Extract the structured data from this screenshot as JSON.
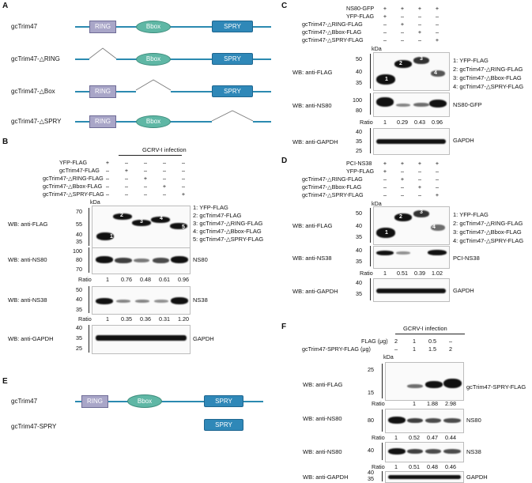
{
  "panels": {
    "A": "A",
    "B": "B",
    "C": "C",
    "D": "D",
    "E": "E",
    "F": "F"
  },
  "domains": {
    "ring": "RING",
    "bbox": "Bbox",
    "spry": "SPRY",
    "box_short": "RING"
  },
  "panelA": {
    "constructs": [
      "gcTrim47",
      "gcTrim47-△RING",
      "gcTrim47-△Box",
      "gcTrim47-△SPRY"
    ]
  },
  "panelE": {
    "constructs": [
      "gcTrim47",
      "gcTrim47-SPRY"
    ]
  },
  "panelB": {
    "header": "GCRV-I infection",
    "rows": [
      "YFP-FLAG",
      "gcTrim47-FLAG",
      "gcTrim47-△RING-FLAG",
      "gcTrim47-△Bbox-FLAG",
      "gcTrim47-△SPRY-FLAG"
    ],
    "signs": [
      [
        "+",
        "–",
        "–",
        "–",
        "–"
      ],
      [
        "–",
        "+",
        "–",
        "–",
        "–"
      ],
      [
        "–",
        "–",
        "+",
        "–",
        "–"
      ],
      [
        "–",
        "–",
        "–",
        "+",
        "–"
      ],
      [
        "–",
        "–",
        "–",
        "–",
        "+"
      ]
    ],
    "kda": "kDa",
    "flag_label": "WB: anti-FLAG",
    "flag_markers": [
      "70",
      "55",
      "40",
      "35"
    ],
    "ns80_label": "WB: anti-NS80",
    "ns80_markers": [
      "100",
      "80",
      "70"
    ],
    "ns80_name": "NS80",
    "ns38_label": "WB: anti-NS38",
    "ns38_markers": [
      "50",
      "40",
      "35"
    ],
    "ns38_name": "NS38",
    "gapdh_label": "WB: anti-GAPDH",
    "gapdh_markers": [
      "40",
      "35",
      "25"
    ],
    "gapdh_name": "GAPDH",
    "ratio_label": "Ratio",
    "ns80_ratio": [
      "1",
      "0.76",
      "0.48",
      "0.61",
      "0.96"
    ],
    "ns38_ratio": [
      "1",
      "0.35",
      "0.36",
      "0.31",
      "1.20"
    ],
    "legend": [
      "1: YFP-FLAG",
      "2: gcTrim47-FLAG",
      "3: gcTrim47-△RING-FLAG",
      "4: gcTrim47-△Bbox-FLAG",
      "5: gcTrim47-△SPRY-FLAG"
    ],
    "band_numbers": [
      "1",
      "2",
      "3",
      "4",
      "5"
    ]
  },
  "panelC": {
    "rows": [
      "NS80-GFP",
      "YFP-FLAG",
      "gcTrim47-△RING-FLAG",
      "gcTrim47-△Bbox-FLAG",
      "gcTrim47-△SPRY-FLAG"
    ],
    "signs": [
      [
        "+",
        "+",
        "+",
        "+"
      ],
      [
        "+",
        "–",
        "–",
        "–"
      ],
      [
        "–",
        "+",
        "–",
        "–"
      ],
      [
        "–",
        "–",
        "+",
        "–"
      ],
      [
        "–",
        "–",
        "–",
        "+"
      ]
    ],
    "kda": "kDa",
    "flag_label": "WB: anti-FLAG",
    "flag_markers": [
      "50",
      "40",
      "35"
    ],
    "ns80_label": "WB: anti-NS80",
    "ns80_markers": [
      "100",
      "80"
    ],
    "ns80_name": "NS80-GFP",
    "gapdh_label": "WB: anti-GAPDH",
    "gapdh_markers": [
      "40",
      "35",
      "25"
    ],
    "gapdh_name": "GAPDH",
    "ratio_label": "Ratio",
    "ratio": [
      "1",
      "0.29",
      "0.43",
      "0.96"
    ],
    "legend": [
      "1: YFP-FLAG",
      "2: gcTrim47-△RING-FLAG",
      "3: gcTrim47-△Bbox-FLAG",
      "4: gcTrim47-△SPRY-FLAG"
    ],
    "band_numbers": [
      "1",
      "2",
      "3",
      "4"
    ]
  },
  "panelD": {
    "rows": [
      "PCI-NS38",
      "YFP-FLAG",
      "gcTrim47-△RING-FLAG",
      "gcTrim47-△Bbox-FLAG",
      "gcTrim47-△SPRY-FLAG"
    ],
    "signs": [
      [
        "+",
        "+",
        "+",
        "+"
      ],
      [
        "+",
        "–",
        "–",
        "–"
      ],
      [
        "–",
        "+",
        "–",
        "–"
      ],
      [
        "–",
        "–",
        "+",
        "–"
      ],
      [
        "–",
        "–",
        "–",
        "+"
      ]
    ],
    "kda": "kDa",
    "flag_label": "WB: anti-FLAG",
    "flag_markers": [
      "50",
      "40",
      "35"
    ],
    "ns38_label": "WB: anti-NS38",
    "ns38_markers": [
      "40",
      "35"
    ],
    "ns38_name": "PCI-NS38",
    "gapdh_label": "WB: anti-GAPDH",
    "gapdh_markers": [
      "40",
      "35"
    ],
    "gapdh_name": "GAPDH",
    "ratio_label": "Ratio",
    "ratio": [
      "1",
      "0.51",
      "0.39",
      "1.02"
    ],
    "legend": [
      "1: YFP-FLAG",
      "2: gcTrim47-△RING-FLAG",
      "3: gcTrim47-△Bbox-FLAG",
      "4: gcTrim47-△SPRY-FLAG"
    ],
    "band_numbers": [
      "1",
      "2",
      "3",
      "4"
    ]
  },
  "panelF": {
    "header": "GCRV-I infection",
    "rows": [
      "FLAG (μg)",
      "gcTrim47-SPRY-FLAG (μg)"
    ],
    "signs": [
      [
        "2",
        "1",
        "0.5",
        "–"
      ],
      [
        "–",
        "1",
        "1.5",
        "2"
      ]
    ],
    "kda": "kDa",
    "flag_label": "WB: anti-FLAG",
    "flag_markers": [
      "25",
      "15"
    ],
    "flag_name": "gcTrim47-SPRY-FLAG",
    "flag_ratio": [
      "1",
      "1.88",
      "2.98"
    ],
    "ns80_label": "WB: anti-NS80",
    "ns80_markers": [
      "80"
    ],
    "ns80_name": "NS80",
    "ns80_ratio": [
      "1",
      "0.52",
      "0.47",
      "0.44"
    ],
    "ns38_label": "WB: anti-NS80",
    "ns38_markers": [
      "40"
    ],
    "ns38_name": "NS38",
    "ns38_ratio": [
      "1",
      "0.51",
      "0.48",
      "0.46"
    ],
    "gapdh_label": "WB: anti-GAPDH",
    "gapdh_markers": [
      "40",
      "35"
    ],
    "gapdh_name": "GAPDH",
    "ratio_label": "Ratio"
  }
}
